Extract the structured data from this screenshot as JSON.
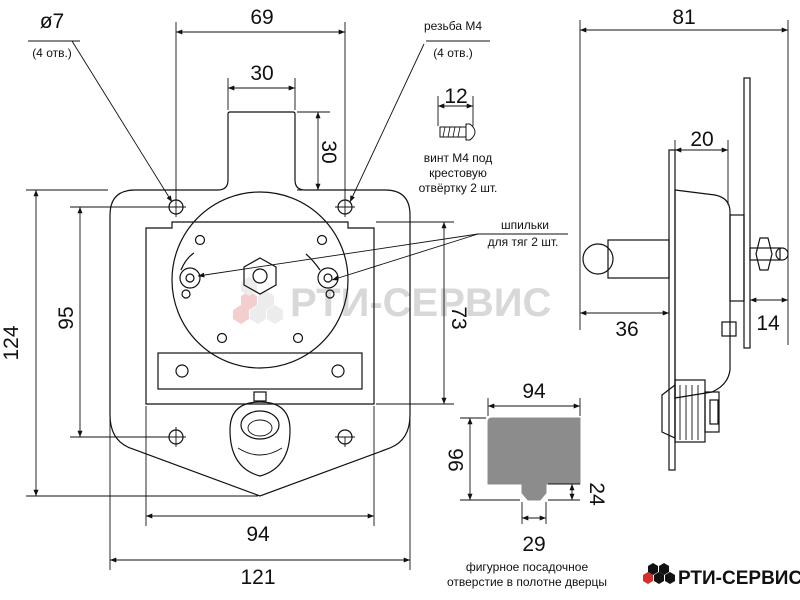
{
  "front_view": {
    "dim_hole_dia": "ø7",
    "dim_hole_count": "(4 отв.)",
    "dim_top_width": "69",
    "dim_tab_width": "30",
    "dim_tab_height": "30",
    "dim_total_height": "124",
    "dim_inner_height": "95",
    "dim_hub_height": "73",
    "dim_inner_width": "94",
    "dim_total_width": "121"
  },
  "thread_callout": {
    "label": "резьба М4",
    "count": "(4 отв.)"
  },
  "screw": {
    "length": "12",
    "line1": "винт М4 под",
    "line2": "крестовую",
    "line3": "отвёртку 2 шт."
  },
  "studs": {
    "line1": "шпильки",
    "line2": "для тяг 2 шт."
  },
  "side_view": {
    "dim_total_depth": "81",
    "dim_body_depth": "20",
    "dim_front_protrusion": "36",
    "dim_rear_protrusion": "14"
  },
  "cutout": {
    "dim_width": "94",
    "dim_height": "96",
    "dim_tab_height": "24",
    "dim_tab_width": "29",
    "caption_line1": "фигурное посадочное",
    "caption_line2": "отверстие в полотне дверцы"
  },
  "watermark": "РТИ-СЕРВИС",
  "brand": {
    "name": "РТИ-СЕРВИС",
    "colors": {
      "primary": "#111111",
      "accent": "#d32f2f",
      "watermark": "#d8d8d8",
      "cutout_fill": "#8c8c8c"
    }
  }
}
